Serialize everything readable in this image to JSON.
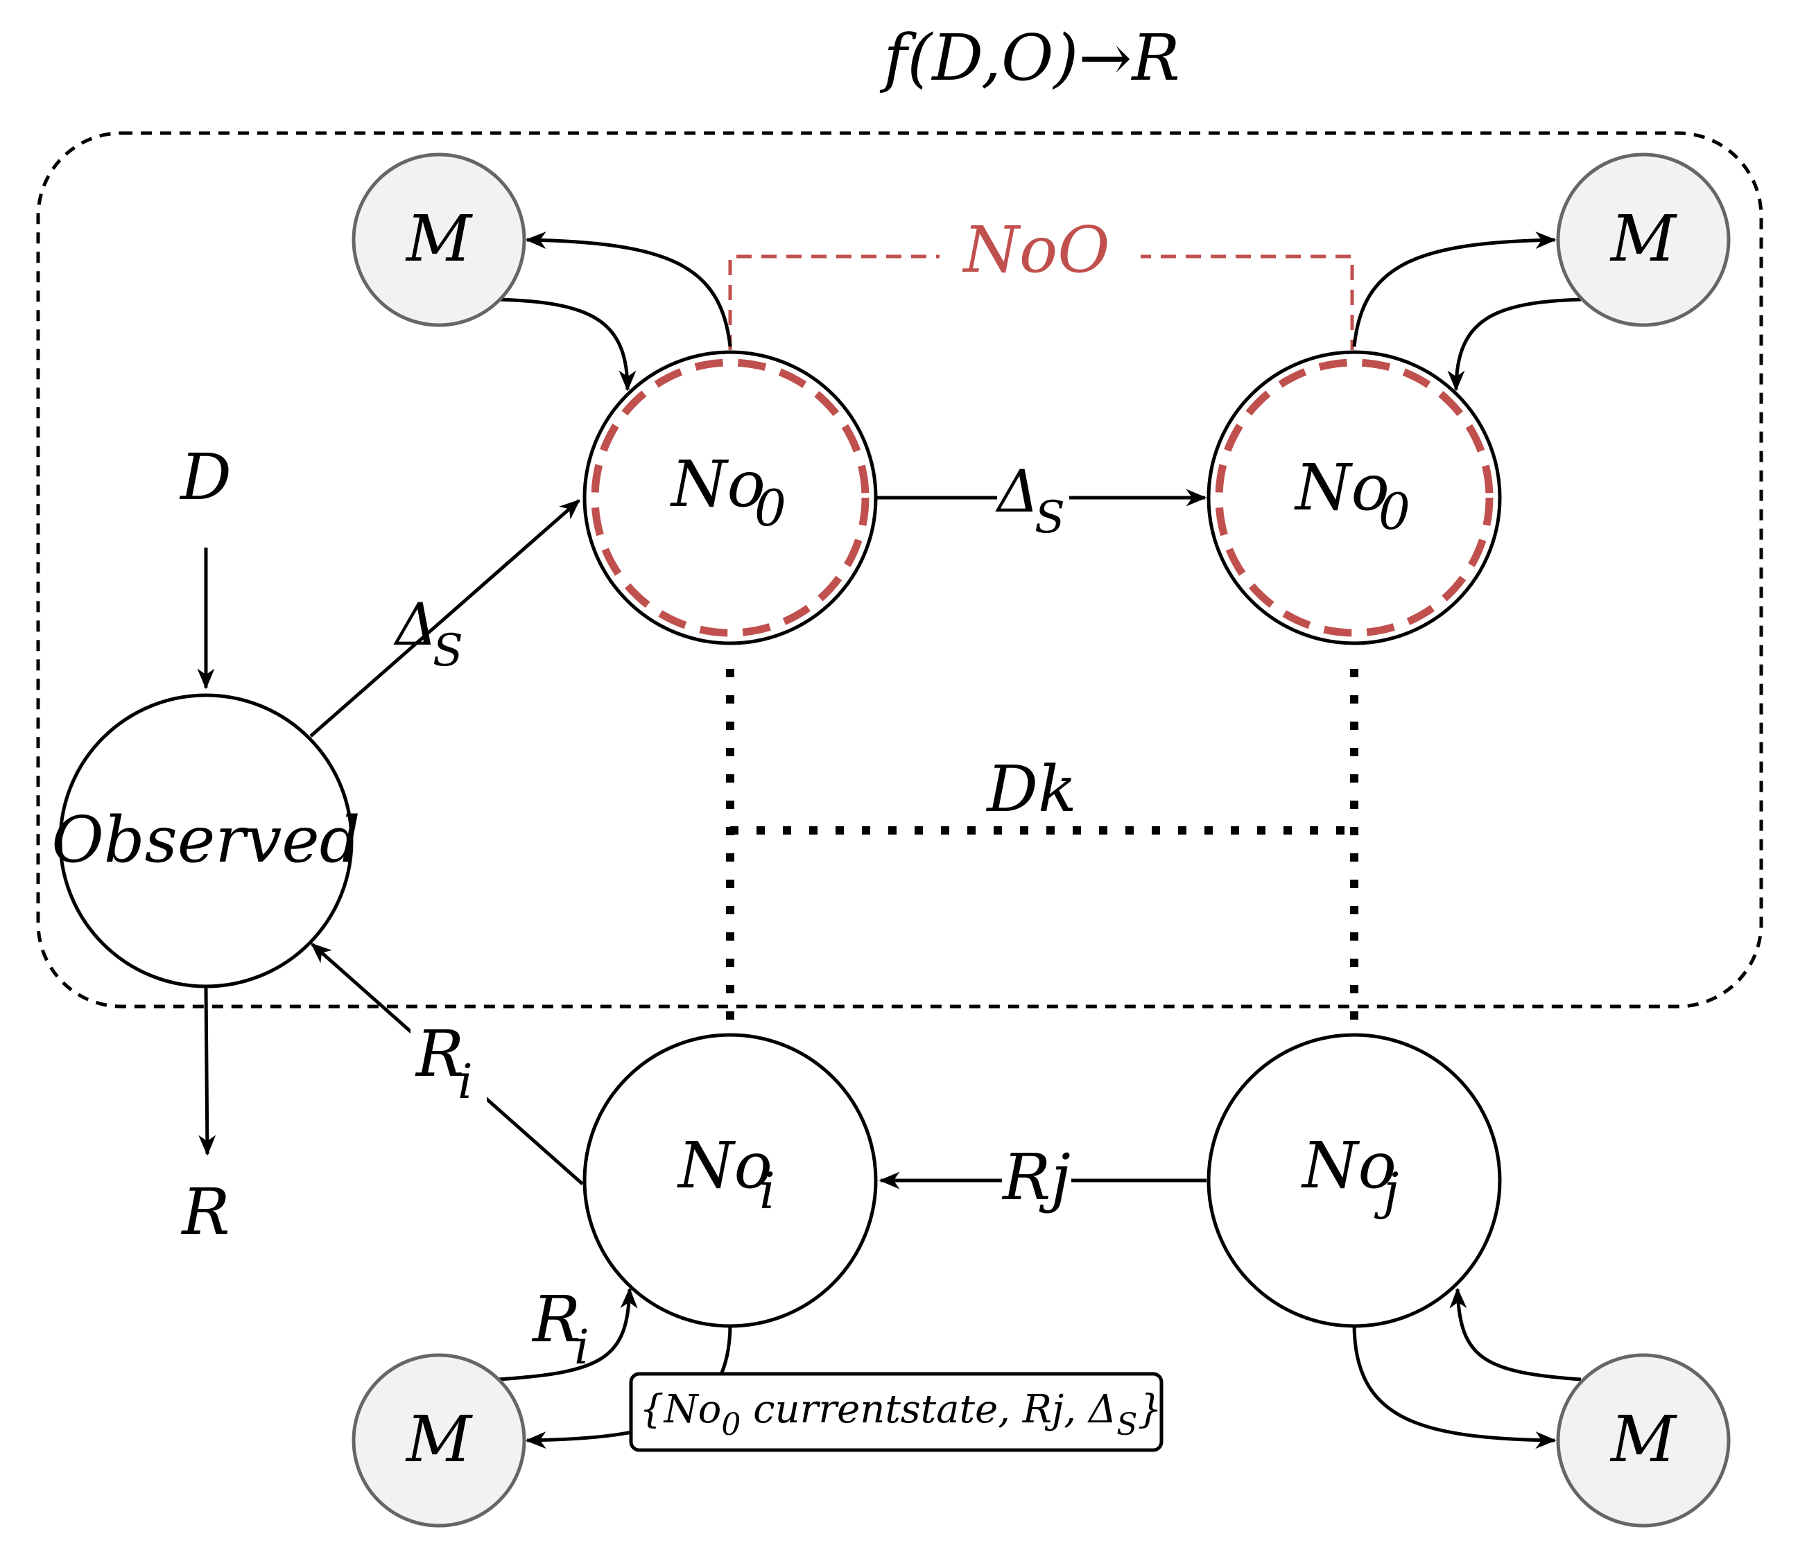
{
  "title": "f(D,O)→R",
  "group_label": "NoO",
  "dk_label": "Dk",
  "input_label": "D",
  "output_label": "R",
  "observed_label": "Observed",
  "node_no0_left": {
    "base": "No",
    "sub": "0"
  },
  "node_no0_right": {
    "base": "No",
    "sub": "0"
  },
  "node_noi": {
    "base": "No",
    "sub": "i"
  },
  "node_noj": {
    "base": "No",
    "sub": "j"
  },
  "m_label": "M",
  "delta_s": {
    "base": "Δ",
    "sub": "S"
  },
  "ri": {
    "base": "R",
    "sub": "i"
  },
  "rj_label": "Rj",
  "message_box": {
    "prefix": "{No",
    "sub0": "0",
    "mid": " currentstate, Rj, Δ",
    "subS": "S",
    "suffix": "}"
  },
  "colors": {
    "accent_red": "#c0504d",
    "m_fill": "#f2f2f2",
    "m_stroke": "#666666"
  }
}
